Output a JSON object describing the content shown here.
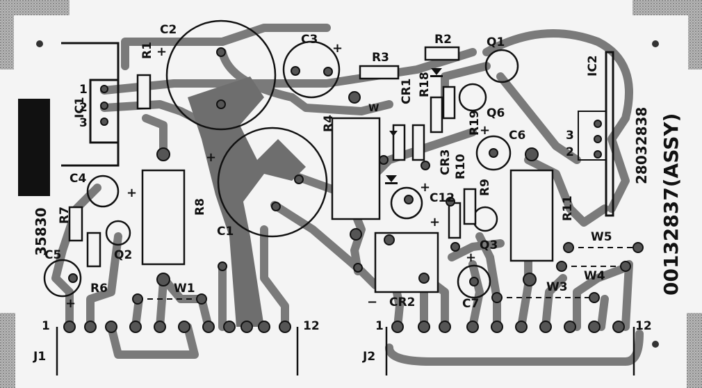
{
  "board": {
    "assy_number": "00132837(ASSY)",
    "part_number": "28032838",
    "stray_number": "35830"
  },
  "designators": {
    "ic1": "IC1",
    "ic2": "IC2",
    "c1": "C1",
    "c2": "C2",
    "c3": "C3",
    "c4": "C4",
    "c5": "C5",
    "c6": "C6",
    "c7": "C7",
    "c12": "C12",
    "r1": "R1",
    "r2": "R2",
    "r3": "R3",
    "r4": "R4",
    "r6": "R6",
    "r7": "R7",
    "r8": "R8",
    "r9": "R9",
    "r10": "R10",
    "r11": "R11",
    "r18": "R18",
    "r19": "R19",
    "q1": "Q1",
    "q2": "Q2",
    "q3": "Q3",
    "q6": "Q6",
    "cr1": "CR1",
    "cr2": "CR2",
    "cr3": "CR3",
    "w1": "W1",
    "w3": "W3",
    "w4": "W4",
    "w5": "W5",
    "w": "W",
    "j1": "J1",
    "j2": "J2"
  },
  "pin_labels": {
    "ic1_pin1": "1",
    "ic1_pin2": "2",
    "ic1_pin3": "3",
    "ic2_pin2": "2",
    "ic2_pin3": "3",
    "j1_first": "1",
    "j1_last": "12",
    "j2_first": "1",
    "j2_last": "12"
  },
  "polarity": {
    "plus": "+",
    "minus": "−"
  },
  "colors": {
    "ink": "#141414",
    "board": "#f4f4f4",
    "trace": "#7a7a7a",
    "corner": "#8a8a8a"
  }
}
